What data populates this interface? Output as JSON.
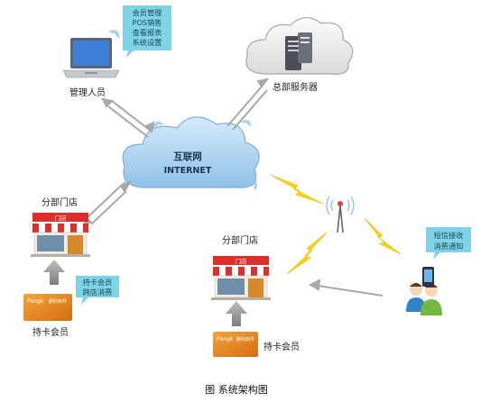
{
  "admin": {
    "label": "管理人员",
    "bubble": [
      "会员管理",
      "POS销售",
      "查看报表",
      "系统设置"
    ]
  },
  "server": {
    "label": "总部服务器"
  },
  "internet": {
    "line1": "互联网",
    "line2": "INTERNET"
  },
  "branch_left": {
    "label": "分部门店",
    "sign": "门店",
    "member_label": "持卡会员",
    "bubble": [
      "持卡会员",
      "跨店消费"
    ],
    "card_brand": "Pengk",
    "card_text": "鹏科软件"
  },
  "branch_mid": {
    "label": "分部门店",
    "sign": "门店",
    "member_label": "持卡会员",
    "card_brand": "Pengk",
    "card_text": "鹏科软件"
  },
  "phone_user": {
    "bubble": [
      "短信接收",
      "消费通知"
    ]
  },
  "caption": "图  系统架构图",
  "colors": {
    "bubble": "#7fd3e6",
    "cloud_blue": "#b9daf2",
    "lightning": "#ffd400",
    "awning_red": "#d8302c",
    "card_orange": "#e8831c",
    "member_green": "#73b843",
    "member_blue": "#2f84c8"
  }
}
